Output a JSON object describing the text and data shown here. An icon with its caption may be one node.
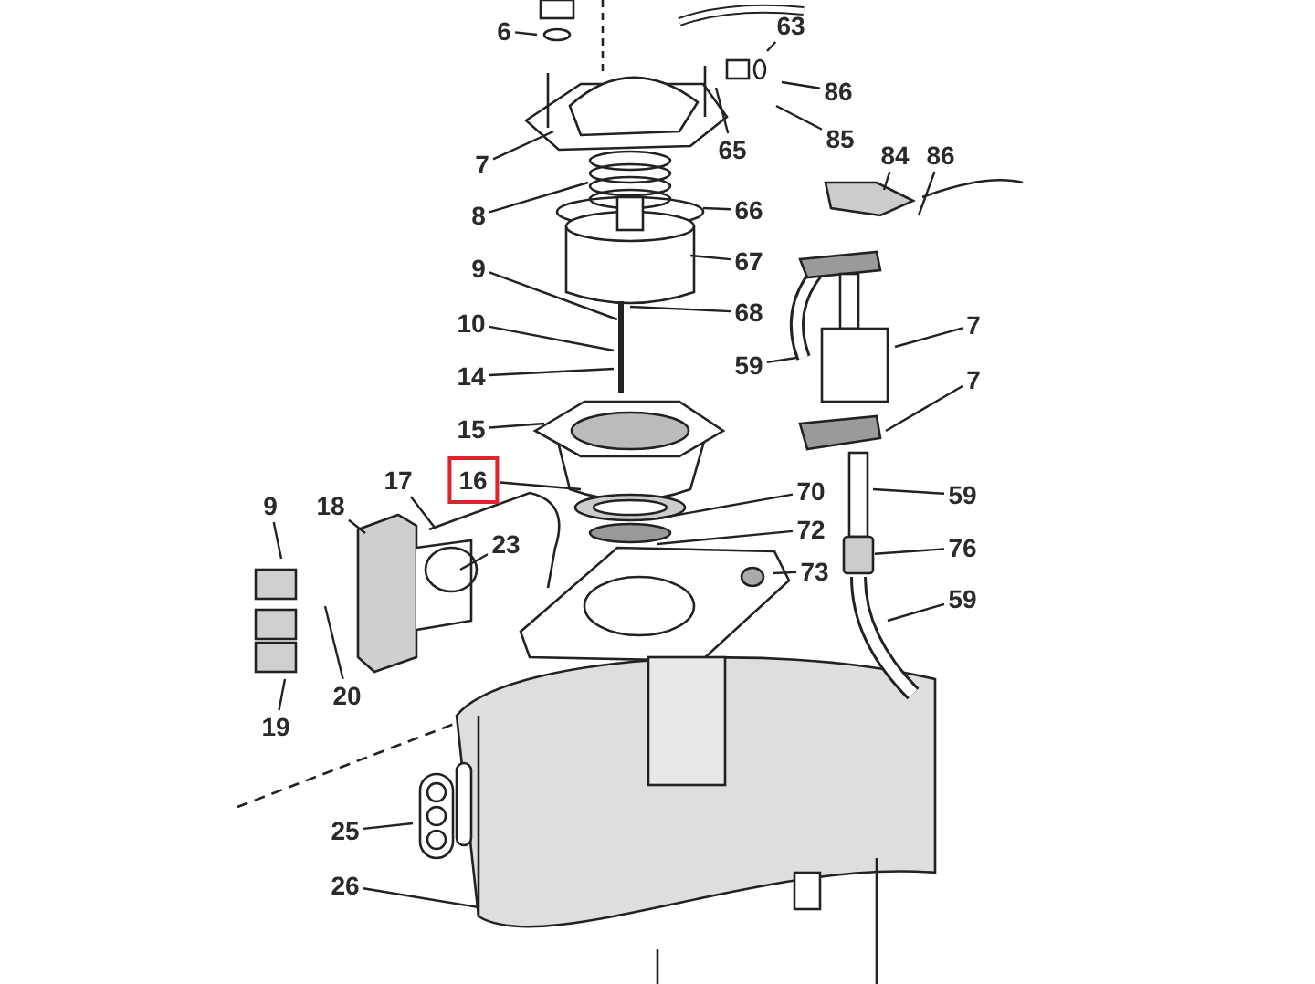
{
  "diagram": {
    "nodes": [
      {
        "text": [
          "6"
        ]
      },
      {
        "text": [
          "63"
        ]
      },
      {
        "text": [
          "86"
        ]
      },
      {
        "text": [
          "65"
        ]
      },
      {
        "text": [
          "85"
        ]
      },
      {
        "text": [
          "84"
        ]
      },
      {
        "text": [
          "86"
        ]
      },
      {
        "text": [
          "7"
        ]
      },
      {
        "text": [
          "8"
        ]
      },
      {
        "text": [
          "66"
        ]
      },
      {
        "text": [
          "67"
        ]
      },
      {
        "text": [
          "7"
        ]
      },
      {
        "text": [
          "9"
        ]
      },
      {
        "text": [
          "68"
        ]
      },
      {
        "text": [
          "59"
        ]
      },
      {
        "text": [
          "10"
        ]
      },
      {
        "text": [
          "7"
        ]
      },
      {
        "text": [
          "14"
        ]
      },
      {
        "text": [
          "15"
        ]
      },
      {
        "text": [
          "17"
        ]
      },
      {
        "text": [
          "16"
        ]
      },
      {
        "text": [
          "70"
        ]
      },
      {
        "text": [
          "59"
        ]
      },
      {
        "text": [
          "72"
        ]
      },
      {
        "text": [
          "9"
        ]
      },
      {
        "text": [
          "18"
        ]
      },
      {
        "text": [
          "23"
        ]
      },
      {
        "text": [
          "76"
        ]
      },
      {
        "text": [
          "73"
        ]
      },
      {
        "text": [
          "59"
        ]
      },
      {
        "text": [
          "20"
        ]
      },
      {
        "text": [
          "19"
        ]
      },
      {
        "text": [
          "25"
        ]
      },
      {
        "text": [
          "26"
        ]
      },
      {
        "text": [],
        "shape": "cylinder"
      }
    ],
    "edges": [
      {
        "from": 0,
        "to": null,
        "arrow": "none"
      },
      {
        "from": 1,
        "to": null,
        "arrow": "none"
      },
      {
        "from": 2,
        "to": null,
        "arrow": "none"
      },
      {
        "from": 3,
        "to": null,
        "arrow": "none"
      },
      {
        "from": 4,
        "to": null,
        "arrow": "none"
      },
      {
        "from": 5,
        "to": null,
        "arrow": "none"
      },
      {
        "from": 6,
        "to": null,
        "arrow": "none"
      },
      {
        "from": 7,
        "to": null,
        "arrow": "none"
      },
      {
        "from": 8,
        "to": null,
        "arrow": "none"
      },
      {
        "from": 9,
        "to": null,
        "arrow": "none"
      },
      {
        "from": 10,
        "to": null,
        "arrow": "none"
      },
      {
        "from": 11,
        "to": null,
        "arrow": "none"
      },
      {
        "from": 12,
        "to": null,
        "arrow": "none"
      },
      {
        "from": 13,
        "to": null,
        "arrow": "none"
      },
      {
        "from": 14,
        "to": null,
        "arrow": "none"
      },
      {
        "from": 15,
        "to": null,
        "arrow": "none"
      },
      {
        "from": 16,
        "to": null,
        "arrow": "none"
      },
      {
        "from": 17,
        "to": null,
        "arrow": "none"
      },
      {
        "from": 18,
        "to": null,
        "arrow": "none"
      },
      {
        "from": 19,
        "to": null,
        "arrow": "none"
      },
      {
        "from": 20,
        "to": null,
        "arrow": "none"
      },
      {
        "from": 21,
        "to": null,
        "arrow": "none"
      },
      {
        "from": 22,
        "to": null,
        "arrow": "none"
      },
      {
        "from": 23,
        "to": null,
        "arrow": "none"
      },
      {
        "from": 24,
        "to": null,
        "arrow": "none"
      },
      {
        "from": 25,
        "to": null,
        "arrow": "none"
      },
      {
        "from": 26,
        "to": null,
        "arrow": "none"
      },
      {
        "from": 27,
        "to": 34,
        "arrow": "none"
      },
      {
        "from": 28,
        "to": null,
        "arrow": "none"
      },
      {
        "from": 29,
        "to": null,
        "arrow": "none"
      },
      {
        "from": 30,
        "to": null,
        "arrow": "none"
      },
      {
        "from": 31,
        "to": null,
        "arrow": "none"
      },
      {
        "from": 32,
        "to": null,
        "arrow": "none"
      },
      {
        "from": 33,
        "to": null,
        "arrow": "none"
      }
    ]
  }
}
